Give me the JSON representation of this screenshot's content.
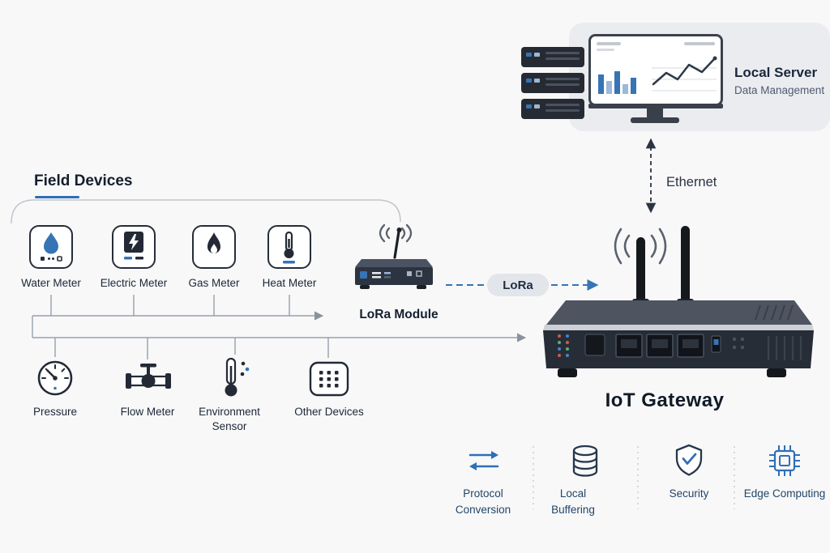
{
  "labels": {
    "field_devices": "Field Devices",
    "lora_module": "LoRa Module",
    "lora_badge": "LoRa",
    "gateway": "IoT Gateway",
    "ethernet": "Ethernet"
  },
  "server": {
    "title": "Local Server",
    "subtitle": "Data Management"
  },
  "field_devices": {
    "row1": [
      {
        "label": "Water Meter",
        "icon": "water-droplet"
      },
      {
        "label": "Electric Meter",
        "icon": "lightning-bolt"
      },
      {
        "label": "Gas Meter",
        "icon": "flame"
      },
      {
        "label": "Heat Meter",
        "icon": "thermometer"
      }
    ],
    "row2": [
      {
        "label": "Pressure",
        "icon": "gauge"
      },
      {
        "label": "Flow Meter",
        "icon": "valve"
      },
      {
        "label": "Environment Sensor",
        "icon": "thermometer-humidity"
      },
      {
        "label": "Other Devices",
        "icon": "dot-grid"
      }
    ]
  },
  "features": [
    {
      "label": "Protocol Conversion",
      "icon": "swap-arrows"
    },
    {
      "label": "Local Buffering",
      "icon": "database-cylinder"
    },
    {
      "label": "Security",
      "icon": "shield-check"
    },
    {
      "label": "Edge Computing",
      "icon": "chip"
    }
  ],
  "icons": {
    "server": "server-rack-and-monitor",
    "lora_module": "wireless-module-antenna",
    "gateway": "router-two-antennas"
  },
  "colors": {
    "accent_blue": "#3674b5",
    "navy": "#1b2940",
    "line_gray": "#98a0aa",
    "panel_bg": "#ebecf0",
    "badge_bg": "#e2e5ea",
    "device_dark": "#232a36"
  }
}
